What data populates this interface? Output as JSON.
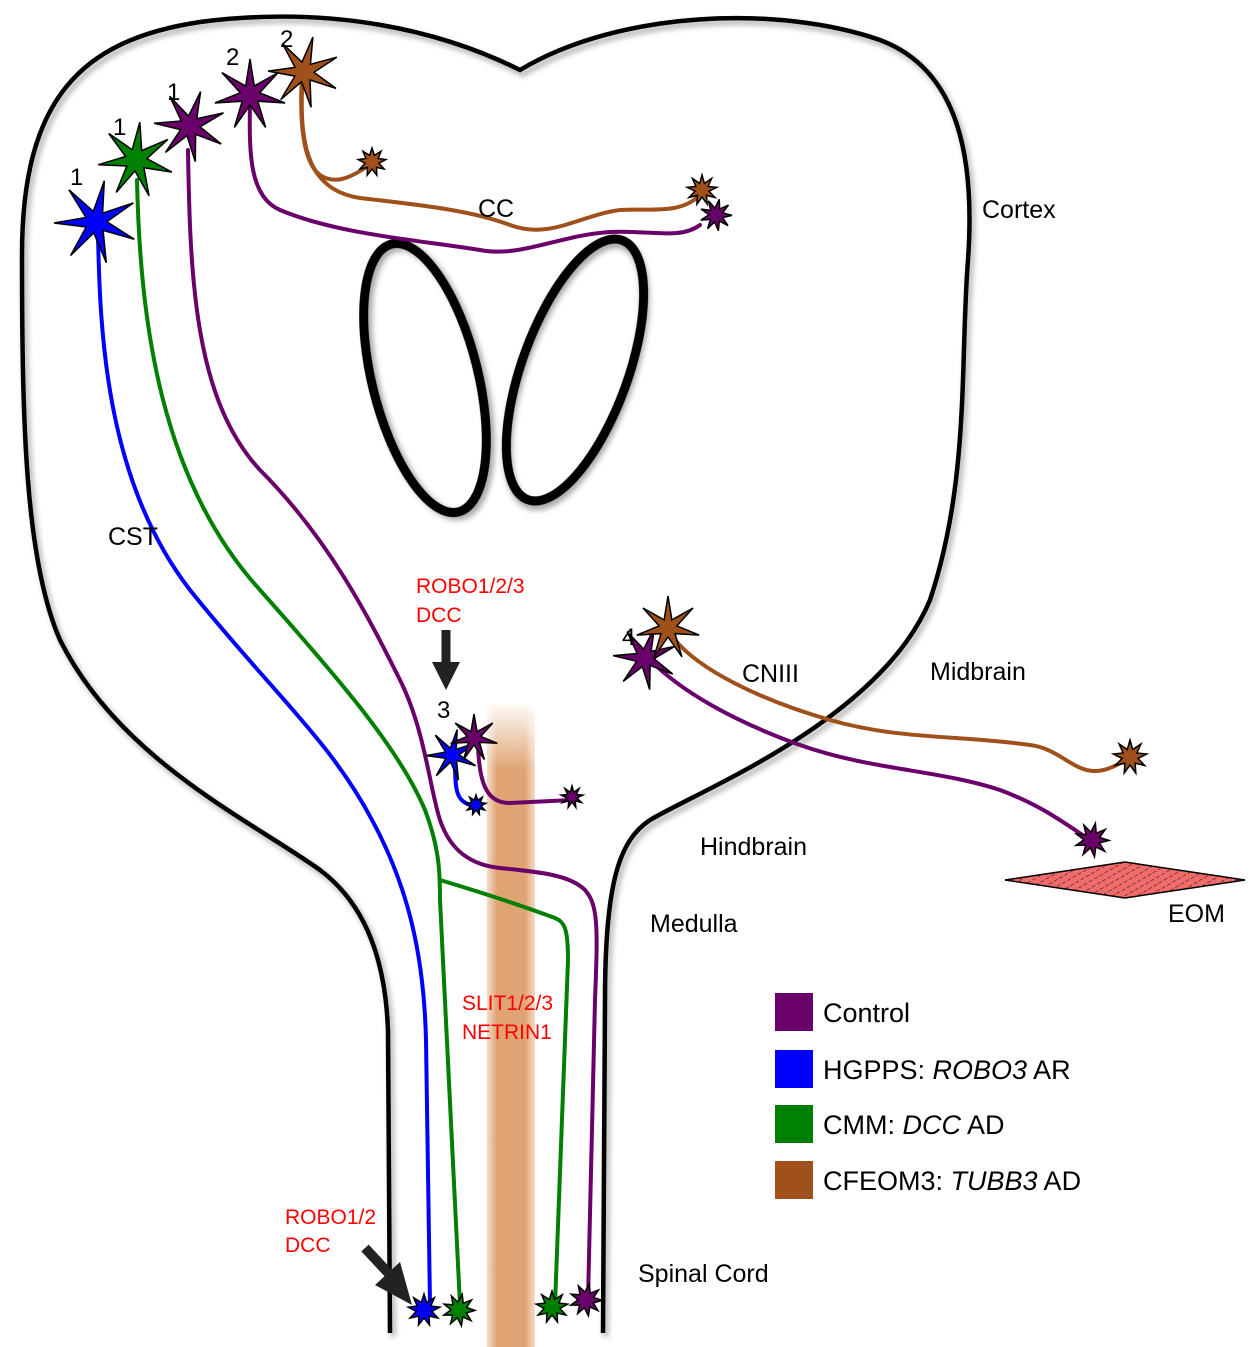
{
  "labels": {
    "cortex": "Cortex",
    "cc": "CC",
    "cst": "CST",
    "midbrain": "Midbrain",
    "cniii": "CNIII",
    "hindbrain": "Hindbrain",
    "medulla": "Medulla",
    "spinal_cord": "Spinal Cord",
    "eom": "EOM"
  },
  "annotations": {
    "midline_top_line1": "ROBO1/2/3",
    "midline_top_line2": "DCC",
    "midline_mid_line1": "SLIT1/2/3",
    "midline_mid_line2": "NETRIN1",
    "spinal_line1": "ROBO1/2",
    "spinal_line2": "DCC"
  },
  "neuron_numbers": {
    "blue": "1",
    "green": "1",
    "purple_cst": "1",
    "purple_cc": "2",
    "brown_cc": "2",
    "hindbrain": "3",
    "midbrain": "4"
  },
  "legend": [
    {
      "color": "#6a006a",
      "prefix": "Control",
      "italic": "",
      "suffix": ""
    },
    {
      "color": "#0000ff",
      "prefix": "HGPPS: ",
      "italic": "ROBO3",
      "suffix": " AR"
    },
    {
      "color": "#008000",
      "prefix": "CMM: ",
      "italic": "DCC",
      "suffix": " AD"
    },
    {
      "color": "#a0501a",
      "prefix": "CFEOM3: ",
      "italic": "TUBB3",
      "suffix": " AD"
    }
  ],
  "colors": {
    "control": "#6a006a",
    "hgpps": "#0000ff",
    "cmm": "#008000",
    "cfeom3": "#a0501a",
    "midline": "#e0a878",
    "eom": "#f26a6a",
    "annotation": "#ff0000"
  }
}
